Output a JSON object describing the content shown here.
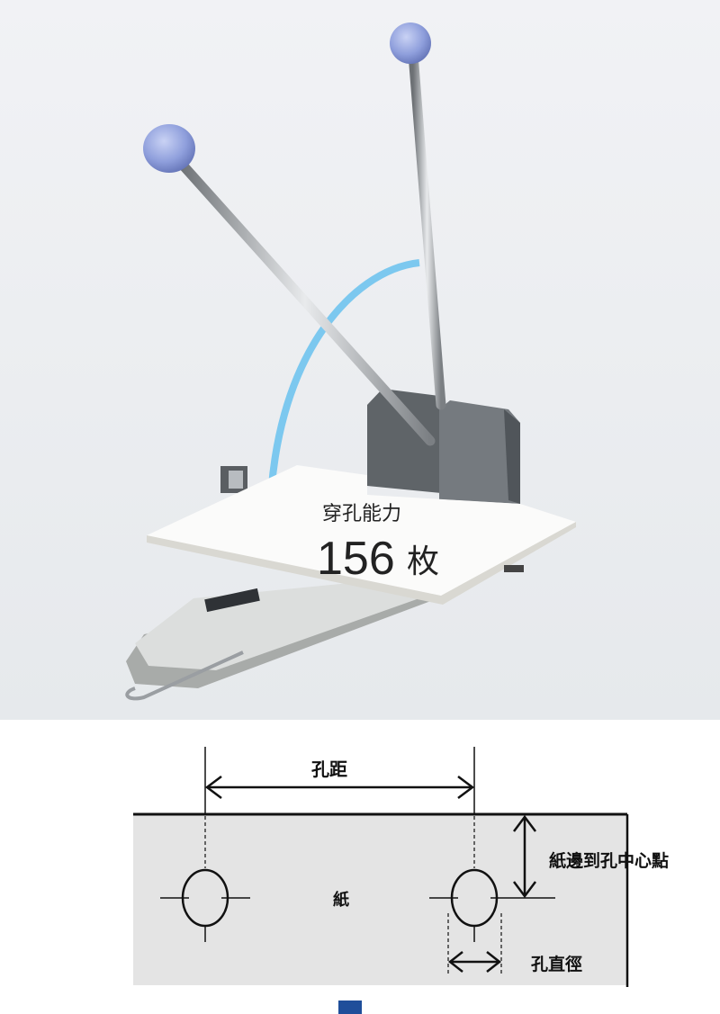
{
  "photo": {
    "capacity_label": "穿孔能力",
    "capacity_value": "156",
    "capacity_unit": "枚",
    "colors": {
      "background": "#eceef1",
      "arrow": "#7cc8ef",
      "knob": "#8f9fdc",
      "body": "#6f7478"
    }
  },
  "diagram": {
    "hole_spacing_label": "孔距",
    "edge_to_center_label": "紙邊到孔中心點",
    "paper_label": "紙",
    "hole_diameter_label": "孔直徑",
    "colors": {
      "paper": "#e4e4e4",
      "line": "#111111",
      "marker": "#1f4e9a"
    }
  }
}
